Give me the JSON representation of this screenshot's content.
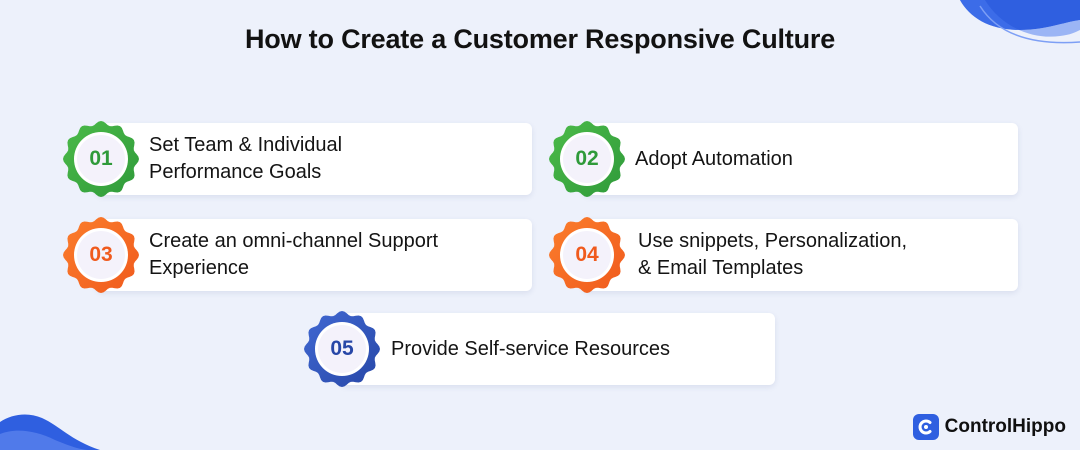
{
  "title": "How to Create a Customer Responsive Culture",
  "colors": {
    "background": "#edf1fb",
    "green": "#2f9a3a",
    "green_light": "#4cbb49",
    "orange": "#f05a1d",
    "orange_light": "#fb7e2c",
    "blue": "#2747a7",
    "blue_light": "#4169d3",
    "brand": "#2f5fe0"
  },
  "steps": [
    {
      "number": "01",
      "text": "Set Team & Individual\nPerformance Goals",
      "color": "green"
    },
    {
      "number": "02",
      "text": "Adopt Automation",
      "color": "green"
    },
    {
      "number": "03",
      "text": "Create an omni-channel Support\nExperience",
      "color": "orange"
    },
    {
      "number": "04",
      "text": "Use snippets, Personalization,\n& Email Templates",
      "color": "orange"
    },
    {
      "number": "05",
      "text": "Provide Self-service Resources",
      "color": "blue"
    }
  ],
  "brand": {
    "name": "ControlHippo",
    "icon": "controlhippo-logo-icon"
  }
}
